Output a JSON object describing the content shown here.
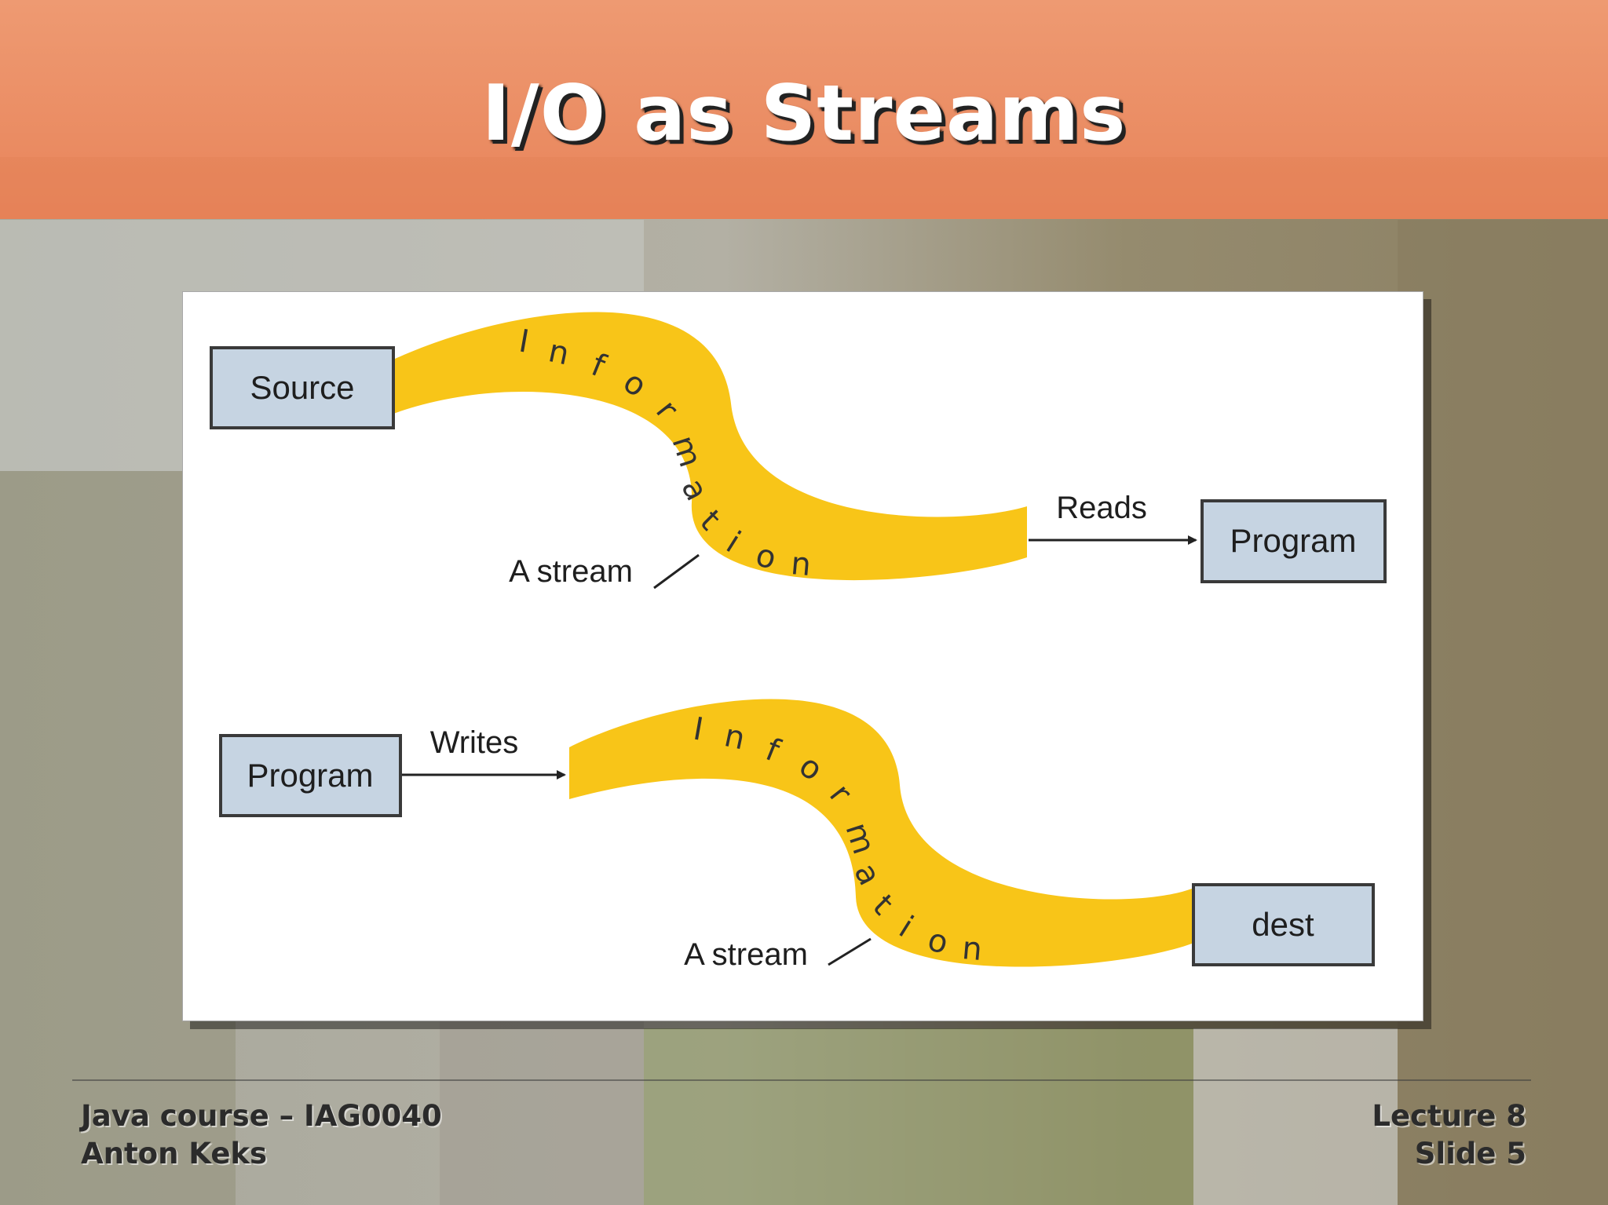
{
  "slide": {
    "title": "I/O as Streams"
  },
  "diagram": {
    "reading": {
      "source_label": "Source",
      "program_label": "Program",
      "arrow_label": "Reads",
      "stream_label": "A stream",
      "band_letters": [
        "I",
        "n",
        "f",
        "o",
        "r",
        "m",
        "a",
        "t",
        "i",
        "o",
        "n"
      ]
    },
    "writing": {
      "program_label": "Program",
      "dest_label": "dest",
      "arrow_label": "Writes",
      "stream_label": "A stream",
      "band_letters": [
        "I",
        "n",
        "f",
        "o",
        "r",
        "m",
        "a",
        "t",
        "i",
        "o",
        "n"
      ]
    },
    "colors": {
      "stream": "#f8c518",
      "box_fill": "#c6d4e2",
      "box_border": "#3a3a3a",
      "header": "#ef8c61"
    }
  },
  "footer": {
    "course": "Java course – IAG0040",
    "author": "Anton Keks",
    "lecture": "Lecture 8",
    "slide": "Slide 5"
  }
}
